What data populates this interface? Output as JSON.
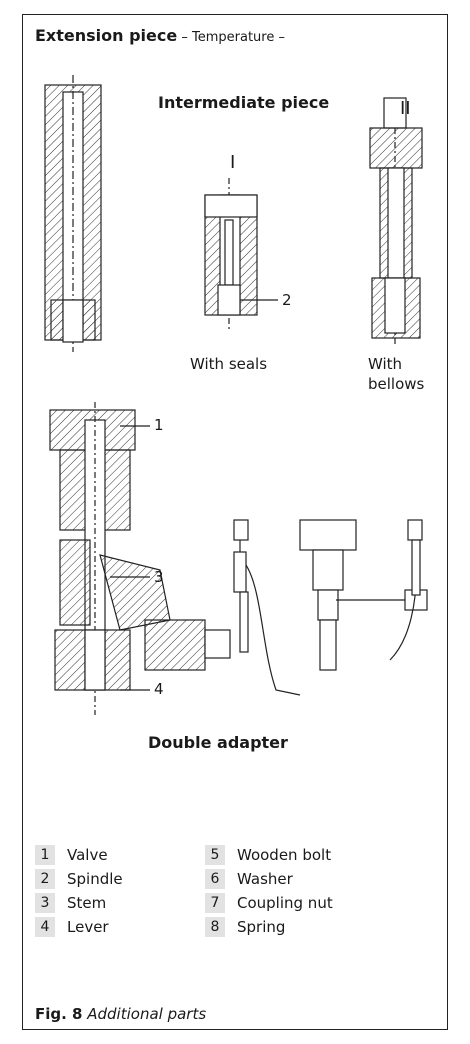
{
  "header": {
    "title": "Extension piece",
    "subtitle": " – Temperature –"
  },
  "labels": {
    "intermediate": "Intermediate piece",
    "roman_one": "I",
    "roman_two": "II",
    "callout_2": "2",
    "with_seals": "With seals",
    "with_bellows_1": "With",
    "with_bellows_2": "bellows",
    "callout_1": "1",
    "callout_3": "3",
    "callout_4": "4",
    "double_adapter": "Double adapter"
  },
  "legend": [
    {
      "num": "1",
      "label": "Valve"
    },
    {
      "num": "2",
      "label": "Spindle"
    },
    {
      "num": "3",
      "label": "Stem"
    },
    {
      "num": "4",
      "label": "Lever"
    },
    {
      "num": "5",
      "label": "Wooden bolt"
    },
    {
      "num": "6",
      "label": "Washer"
    },
    {
      "num": "7",
      "label": "Coupling nut"
    },
    {
      "num": "8",
      "label": "Spring"
    }
  ],
  "caption": {
    "fig": "Fig. 8",
    "text": " Additional parts"
  }
}
